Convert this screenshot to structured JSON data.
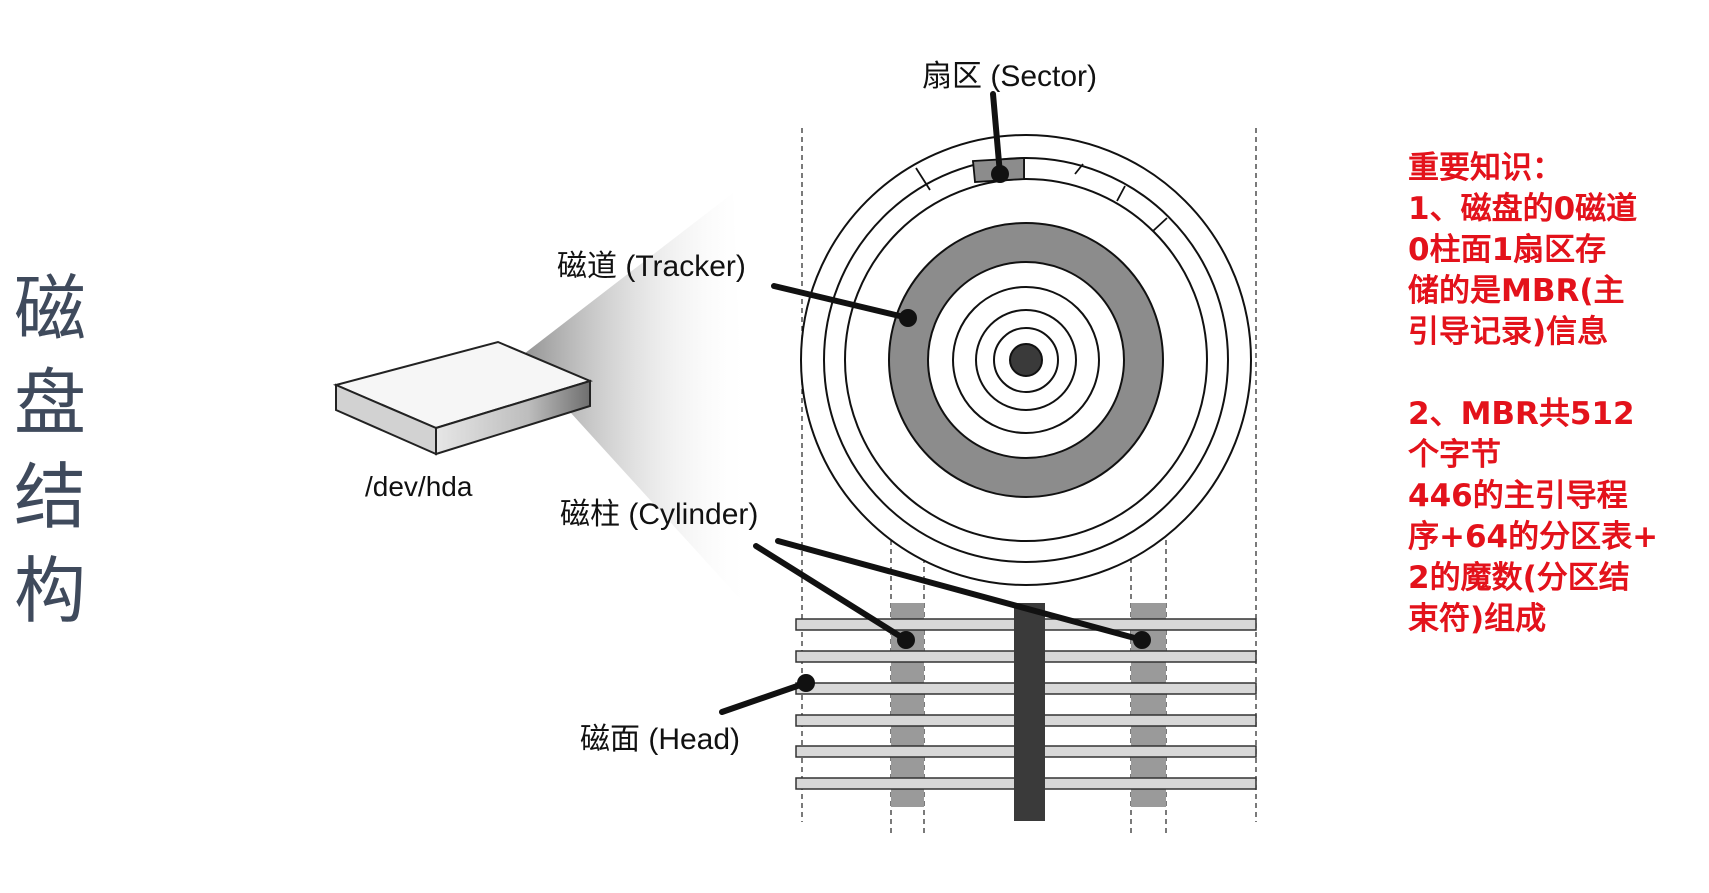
{
  "title_chars": [
    "磁",
    "盘",
    "结",
    "构"
  ],
  "diagram": {
    "labels": {
      "sector": "扇区 (Sector)",
      "track": "磁道 (Tracker)",
      "device": "/dev/hda",
      "cylinder": "磁柱 (Cylinder)",
      "head": "磁面 (Head)"
    },
    "colors": {
      "highlight_gray": "#8c8c8c",
      "spindle": "#3a3a3a",
      "hub": "#3a3a3a",
      "platter_fill": "#d8d8d8",
      "line": "#111111"
    }
  },
  "notes": {
    "heading": "重要知识：",
    "point1_lines": [
      "1、磁盘的0磁道",
      "0柱面1扇区存",
      "储的是MBR(主",
      "引导记录)信息"
    ],
    "point2_lines": [
      "2、MBR共512",
      "个字节",
      "446的主引导程",
      "序+64的分区表+",
      "2的魔数(分区结",
      "束符)组成"
    ],
    "color": "#e3121b"
  }
}
